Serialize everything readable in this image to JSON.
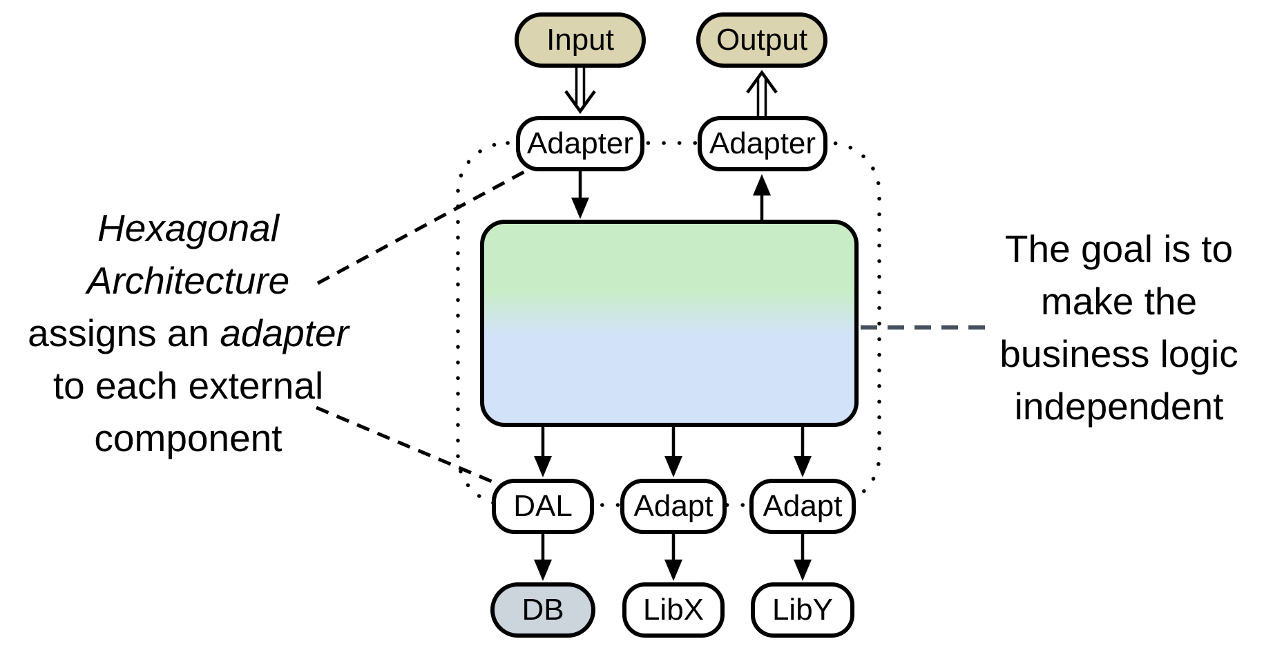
{
  "diagram": {
    "title": "Hexagonal Architecture diagram",
    "nodes": {
      "input": {
        "label": "Input"
      },
      "output": {
        "label": "Output"
      },
      "adapter_in": {
        "label": "Adapter"
      },
      "adapter_out": {
        "label": "Adapter"
      },
      "dal": {
        "label": "DAL"
      },
      "adapt_mid": {
        "label": "Adapt"
      },
      "adapt_right": {
        "label": "Adapt"
      },
      "db": {
        "label": "DB"
      },
      "libx": {
        "label": "LibX"
      },
      "liby": {
        "label": "LibY"
      }
    },
    "notes": {
      "left": {
        "line1": "Hexagonal",
        "line2": "Architecture",
        "line3a": "assigns an ",
        "line3b": "adapter",
        "line4": "to each external",
        "line5": "component"
      },
      "right": {
        "line1": "The goal is to",
        "line2": "make the",
        "line3": "business logic",
        "line4": "independent"
      }
    },
    "colors": {
      "external_node_fill": "#dbd4b0",
      "db_node_fill": "#ccd4dc",
      "core_gradient_top": "#c8edc6",
      "core_gradient_bottom": "#d2e3f9",
      "stroke": "#000000",
      "right_dash_line": "#44505c"
    }
  }
}
